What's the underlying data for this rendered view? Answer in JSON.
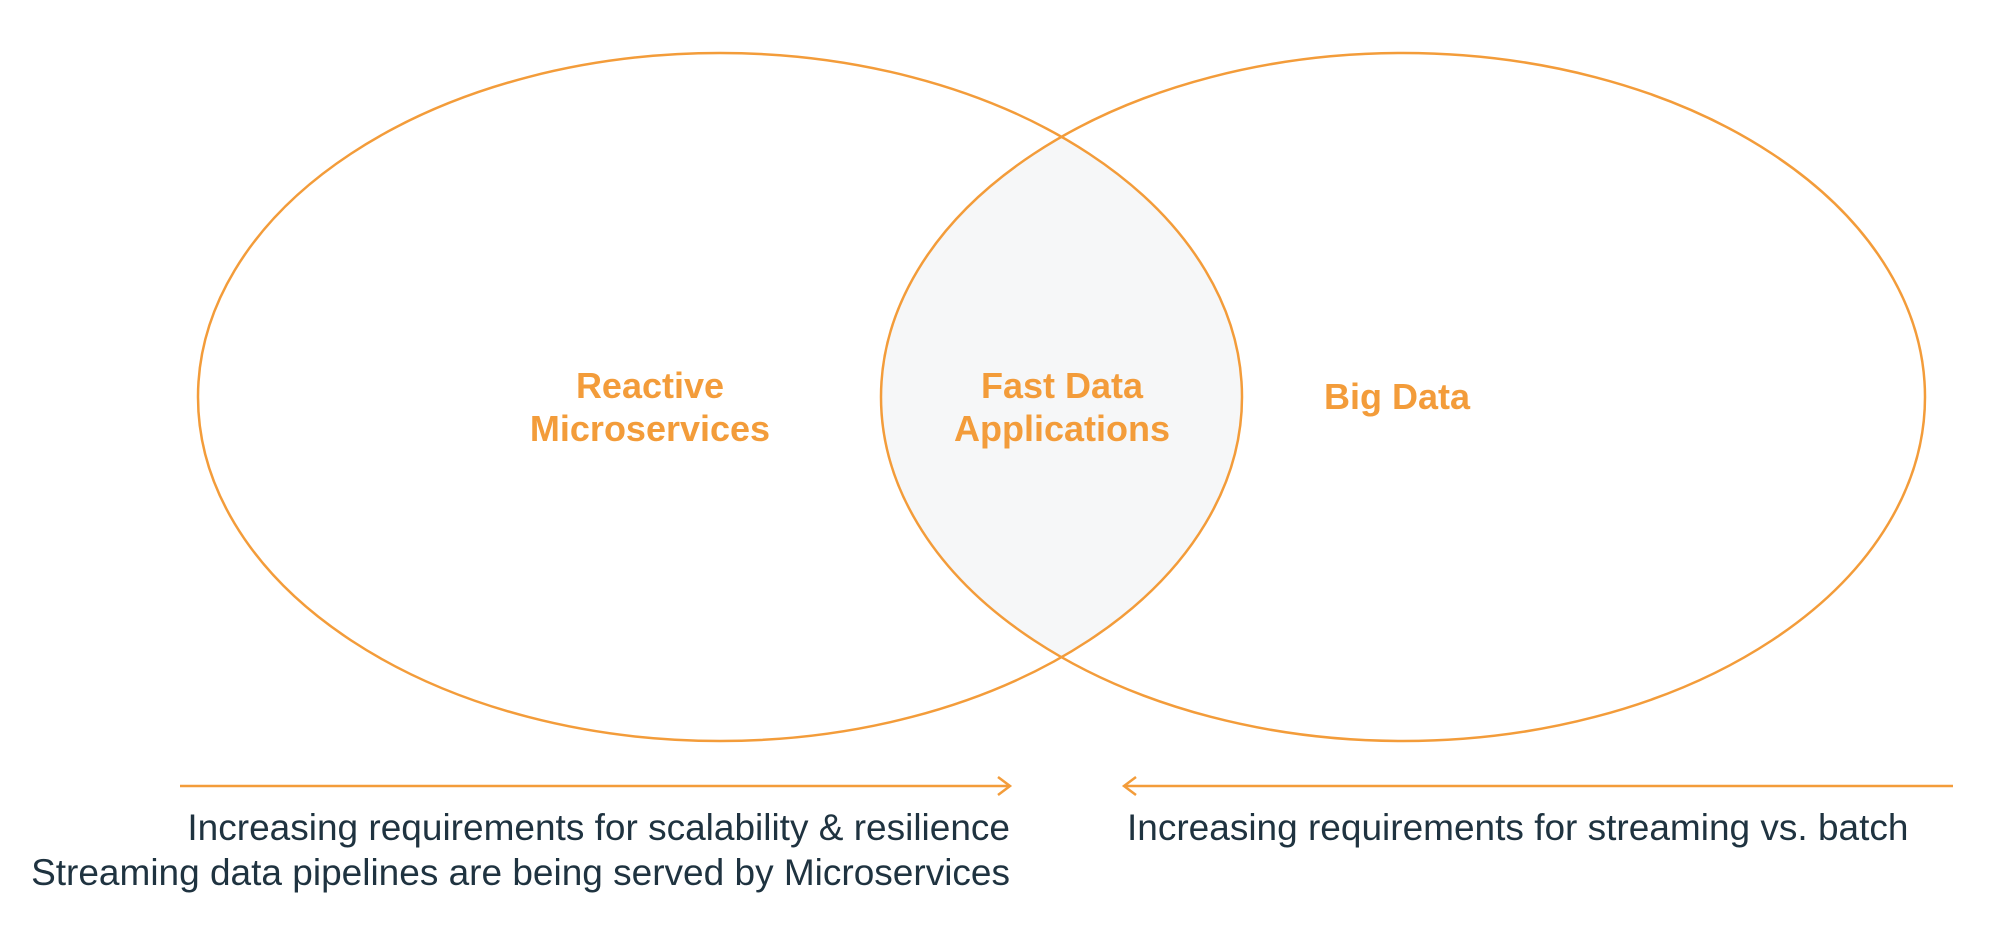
{
  "colors": {
    "accent": "#F39C3A",
    "text_dark": "#1F3340",
    "intersection_fill": "#F6F7F8",
    "background": "#FFFFFF"
  },
  "diagram": {
    "type": "venn",
    "circles": [
      {
        "id": "left",
        "label_line1": "Reactive",
        "label_line2": "Microservices"
      },
      {
        "id": "right",
        "label_line1": "Big Data"
      }
    ],
    "intersection": {
      "label_line1": "Fast Data",
      "label_line2": "Applications"
    }
  },
  "arrows": {
    "left": {
      "direction": "right",
      "caption_line1": "Increasing requirements for scalability & resilience",
      "caption_line2": "Streaming data pipelines are being served by Microservices"
    },
    "right": {
      "direction": "left",
      "caption_line1": "Increasing requirements for streaming vs. batch"
    }
  }
}
